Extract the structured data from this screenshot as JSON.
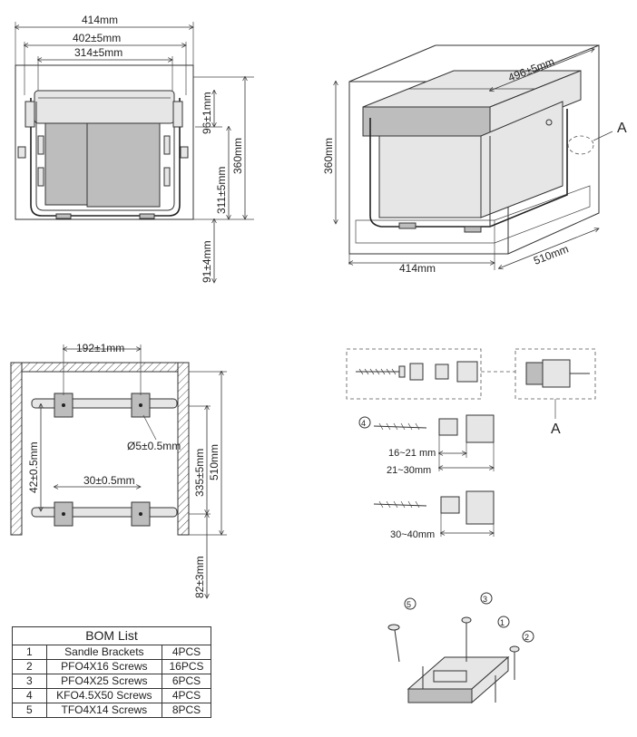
{
  "front_view": {
    "dims": {
      "outer_width": "414mm",
      "inner_width": "402±5mm",
      "bin_width": "314±5mm",
      "top_gap": "96±1mm",
      "bin_height": "311±5mm",
      "total_height": "360mm",
      "bottom_gap": "91±4mm"
    }
  },
  "iso_view": {
    "dims": {
      "depth_top": "496±5mm",
      "height": "360mm",
      "width": "414mm",
      "depth": "510mm"
    },
    "detail_callout": "A"
  },
  "plan_view": {
    "dims": {
      "bracket_spacing": "192±1mm",
      "hole_diameter": "Ø5±0.5mm",
      "side_offset": "42±0.5mm",
      "hole_spacing": "30±0.5mm",
      "rail_distance": "335±5mm",
      "total_depth": "510mm",
      "front_gap": "82±3mm"
    }
  },
  "detail_view": {
    "label": "A",
    "screw_marker": "4",
    "range_short": "16~21 mm",
    "range_mid": "21~30mm",
    "range_long": "30~40mm"
  },
  "parts_view": {
    "markers": [
      "1",
      "2",
      "3",
      "5"
    ]
  },
  "bom": {
    "title": "BOM List",
    "rows": [
      {
        "no": "1",
        "name": "Sandle Brackets",
        "qty": "4PCS"
      },
      {
        "no": "2",
        "name": "PFO4X16 Screws",
        "qty": "16PCS"
      },
      {
        "no": "3",
        "name": "PFO4X25 Screws",
        "qty": "6PCS"
      },
      {
        "no": "4",
        "name": "KFO4.5X50 Screws",
        "qty": "4PCS"
      },
      {
        "no": "5",
        "name": "TFO4X14 Screws",
        "qty": "8PCS"
      }
    ]
  }
}
